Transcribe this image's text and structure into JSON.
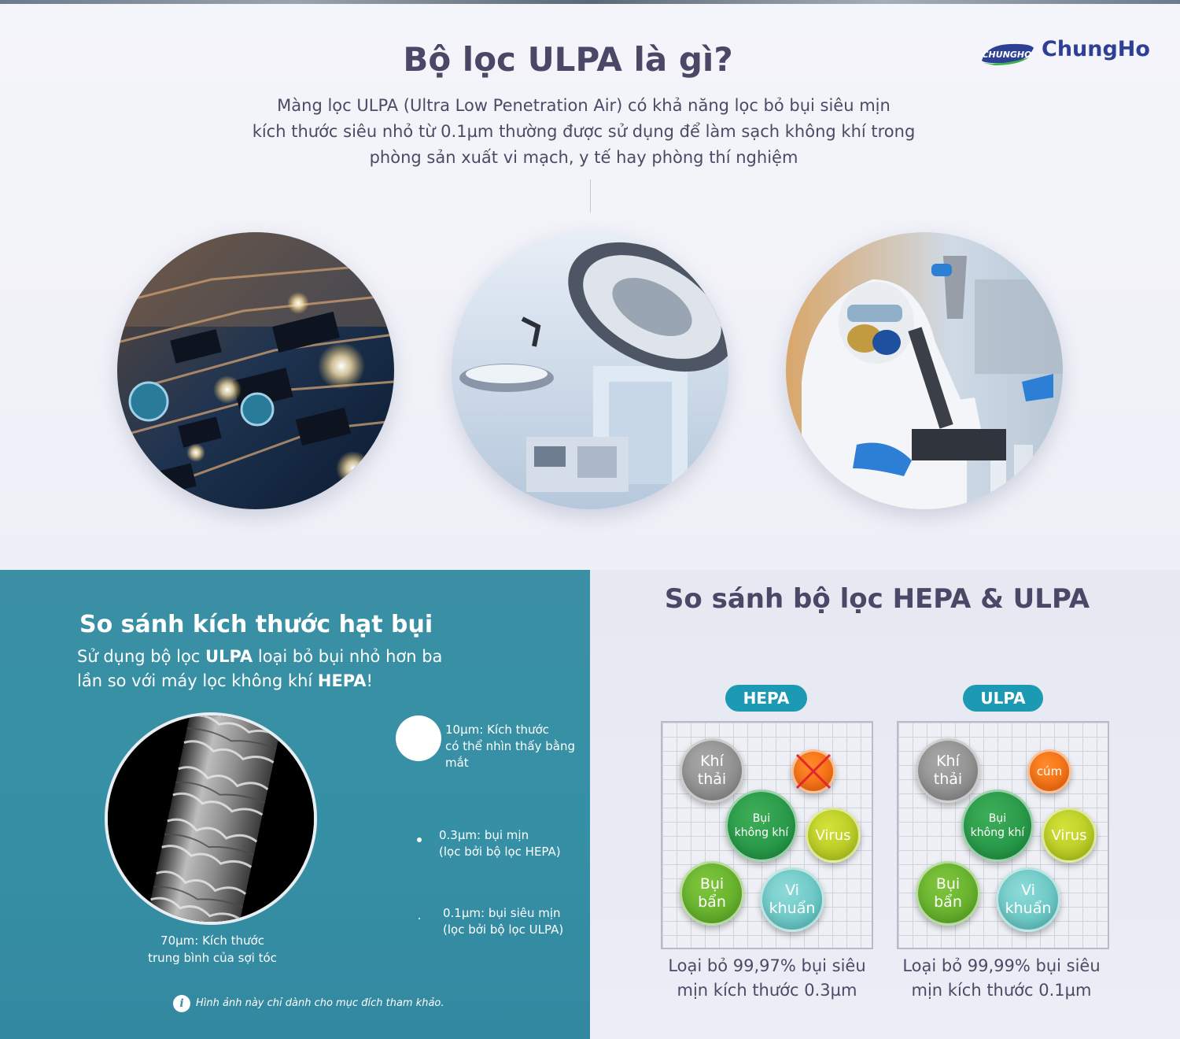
{
  "brand": {
    "badge_text": "CHUNGHO",
    "name": "ChungHo",
    "color": "#2e3f96"
  },
  "header": {
    "title": "Bộ lọc ULPA là gì?",
    "intro_line1": "Màng lọc ULPA (Ultra Low Penetration Air) có khả năng lọc bỏ bụi siêu mịn",
    "intro_line2": "kích thước siêu nhỏ từ 0.1µm thường được sử dụng để làm sạch không khí trong",
    "intro_line3": "phòng sản xuất vi mạch, y tế hay phòng thí nghiệm"
  },
  "photos": [
    {
      "icon": "circuit-board-photo"
    },
    {
      "icon": "operating-room-photo"
    },
    {
      "icon": "laboratory-scientist-photo"
    }
  ],
  "particle_size": {
    "title": "So sánh kích thước hạt bụi",
    "subtitle_part1": "Sử dụng bộ lọc ",
    "subtitle_bold1": "ULPA",
    "subtitle_part2": " loại bỏ bụi nhỏ hơn ba lần so với máy lọc không khí ",
    "subtitle_bold2": "HEPA",
    "subtitle_part3": "!",
    "hair_label_line1": "70µm: Kích thước",
    "hair_label_line2": "trung bình của sợi tóc",
    "items": [
      {
        "label_line1": "10µm: Kích thước",
        "label_line2": "có thể nhìn thấy bằng",
        "label_line3": "mắt"
      },
      {
        "label_line1": "0.3µm: bụi mịn",
        "label_line2": "(lọc bởi bộ lọc HEPA)"
      },
      {
        "label_line1": "0.1µm: bụi siêu mịn",
        "label_line2": "(lọc bởi bộ lọc ULPA)"
      }
    ],
    "note": "Hình ảnh này chỉ dành cho mục đích tham khảo.",
    "background_color": "#3a8fa4"
  },
  "comparison": {
    "title": "So sánh bộ lọc HEPA & ULPA",
    "pill_color": "#1c9ab4",
    "hepa": {
      "label": "HEPA",
      "caption_line1": "Loại bỏ 99,97% bụi siêu",
      "caption_line2": "mịn kích thước 0.3µm",
      "balls": {
        "khi_line1": "Khí",
        "khi_line2": "thải",
        "bui_line1": "Bụi",
        "bui_line2": "không khí",
        "virus": "Virus",
        "ban_line1": "Bụi",
        "ban_line2": "bẩn",
        "vikhuan_line1": "Vi",
        "vikhuan_line2": "khuẩn"
      }
    },
    "ulpa": {
      "label": "ULPA",
      "caption_line1": "Loại bỏ 99,99% bụi siêu",
      "caption_line2": "mịn kích thước 0.1µm",
      "balls": {
        "khi_line1": "Khí",
        "khi_line2": "thải",
        "cum": "cúm",
        "bui_line1": "Bụi",
        "bui_line2": "không khí",
        "virus": "Virus",
        "ban_line1": "Bụi",
        "ban_line2": "bẩn",
        "vikhuan_line1": "Vi",
        "vikhuan_line2": "khuẩn"
      }
    }
  }
}
